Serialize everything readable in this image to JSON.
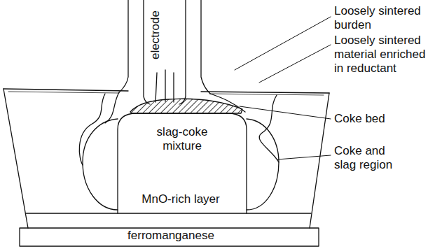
{
  "diagram": {
    "nodes": [
      {
        "text": [
          "electrode"
        ]
      },
      {
        "text": [
          "slag-coke mixture"
        ]
      },
      {
        "text": [
          "MnO-rich layer"
        ]
      },
      {
        "text": [
          "ferromanganese"
        ]
      }
    ],
    "labels": [
      "Loosely sintered burden",
      "Loosely sintered material enriched in reductant",
      "Coke bed",
      "Coke and slag region"
    ]
  }
}
